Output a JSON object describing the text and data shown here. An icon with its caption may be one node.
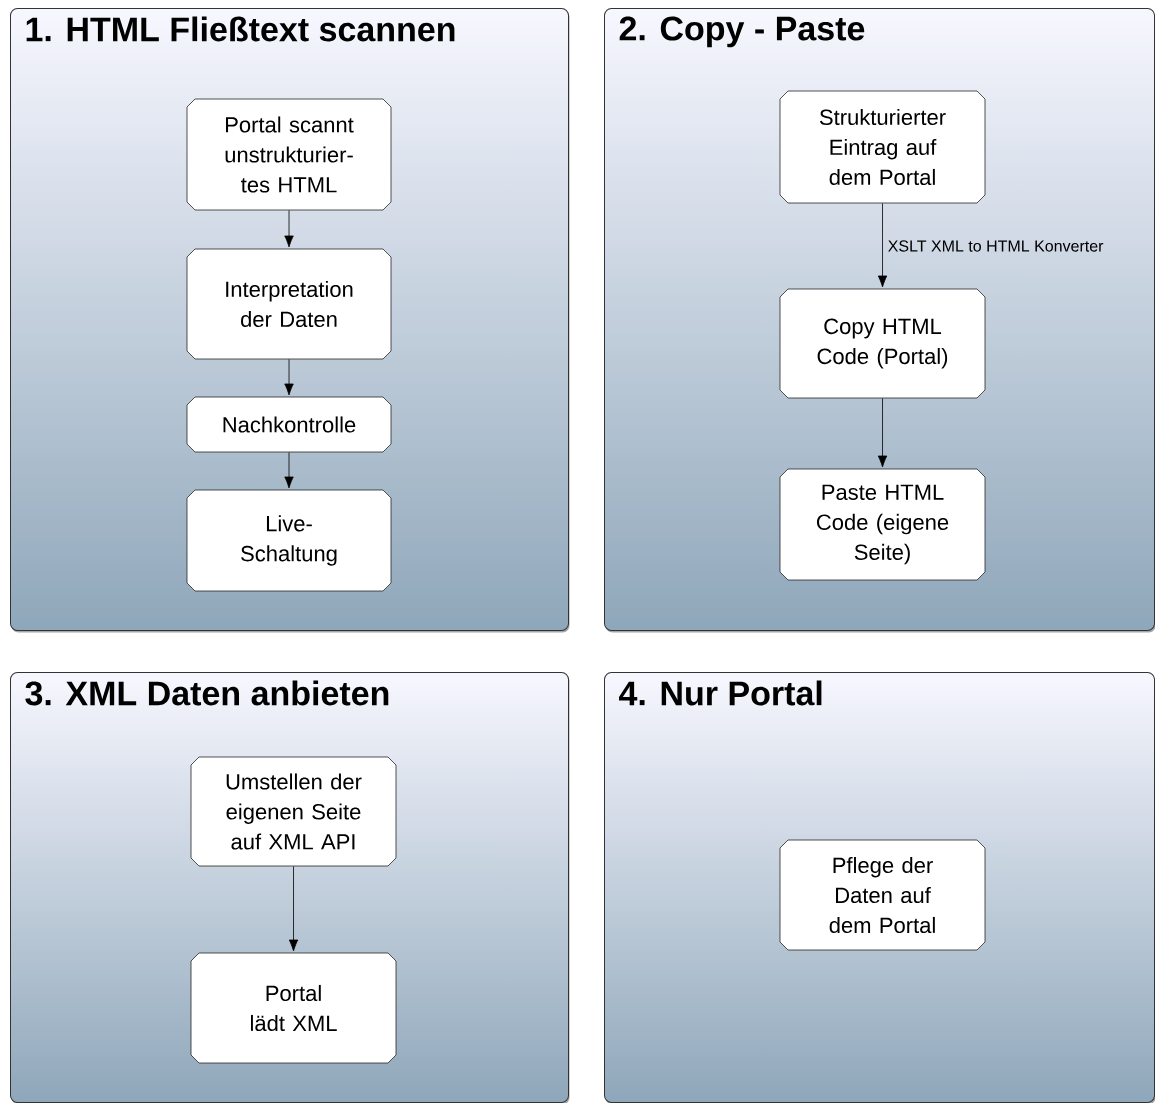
{
  "diagram": {
    "nodes": [
      {
        "text": [
          "1. HTML Fließtext scannen"
        ]
      },
      {
        "text": [
          "Portal scannt unstrukturier- tes HTML"
        ],
        "in": 0
      },
      {
        "text": [
          "Interpretation der Daten"
        ],
        "in": 0
      },
      {
        "text": [
          "Nachkontrolle"
        ],
        "in": 0
      },
      {
        "text": [
          "Live- Schaltung"
        ],
        "in": 0
      },
      {
        "text": [
          "2. Copy - Paste"
        ]
      },
      {
        "text": [
          "Strukturierter Eintrag auf dem Portal"
        ],
        "in": 5
      },
      {
        "text": [
          "Copy HTML Code (Portal)"
        ],
        "in": 5
      },
      {
        "text": [
          "Paste HTML Code (eigene Seite)"
        ],
        "in": 5
      },
      {
        "text": [
          "3. XML Daten anbieten"
        ]
      },
      {
        "text": [
          "Umstellen der eigenen Seite auf XML API"
        ],
        "in": 9
      },
      {
        "text": [
          "Portal lädt XML"
        ],
        "in": 9
      },
      {
        "text": [
          "4. Nur Portal"
        ]
      },
      {
        "text": [
          "Pflege der Daten auf dem Portal"
        ],
        "in": 12
      }
    ],
    "edges": [
      {
        "from": 1,
        "to": 2,
        "arrow": "to"
      },
      {
        "from": 2,
        "to": 3,
        "arrow": "to"
      },
      {
        "from": 3,
        "to": 4,
        "arrow": "to"
      },
      {
        "from": 6,
        "to": 7,
        "arrow": "to",
        "label": "XSLT XML to HTML Konverter"
      },
      {
        "from": 7,
        "to": 8,
        "arrow": "to"
      },
      {
        "from": 10,
        "to": 11,
        "arrow": "to"
      }
    ]
  }
}
